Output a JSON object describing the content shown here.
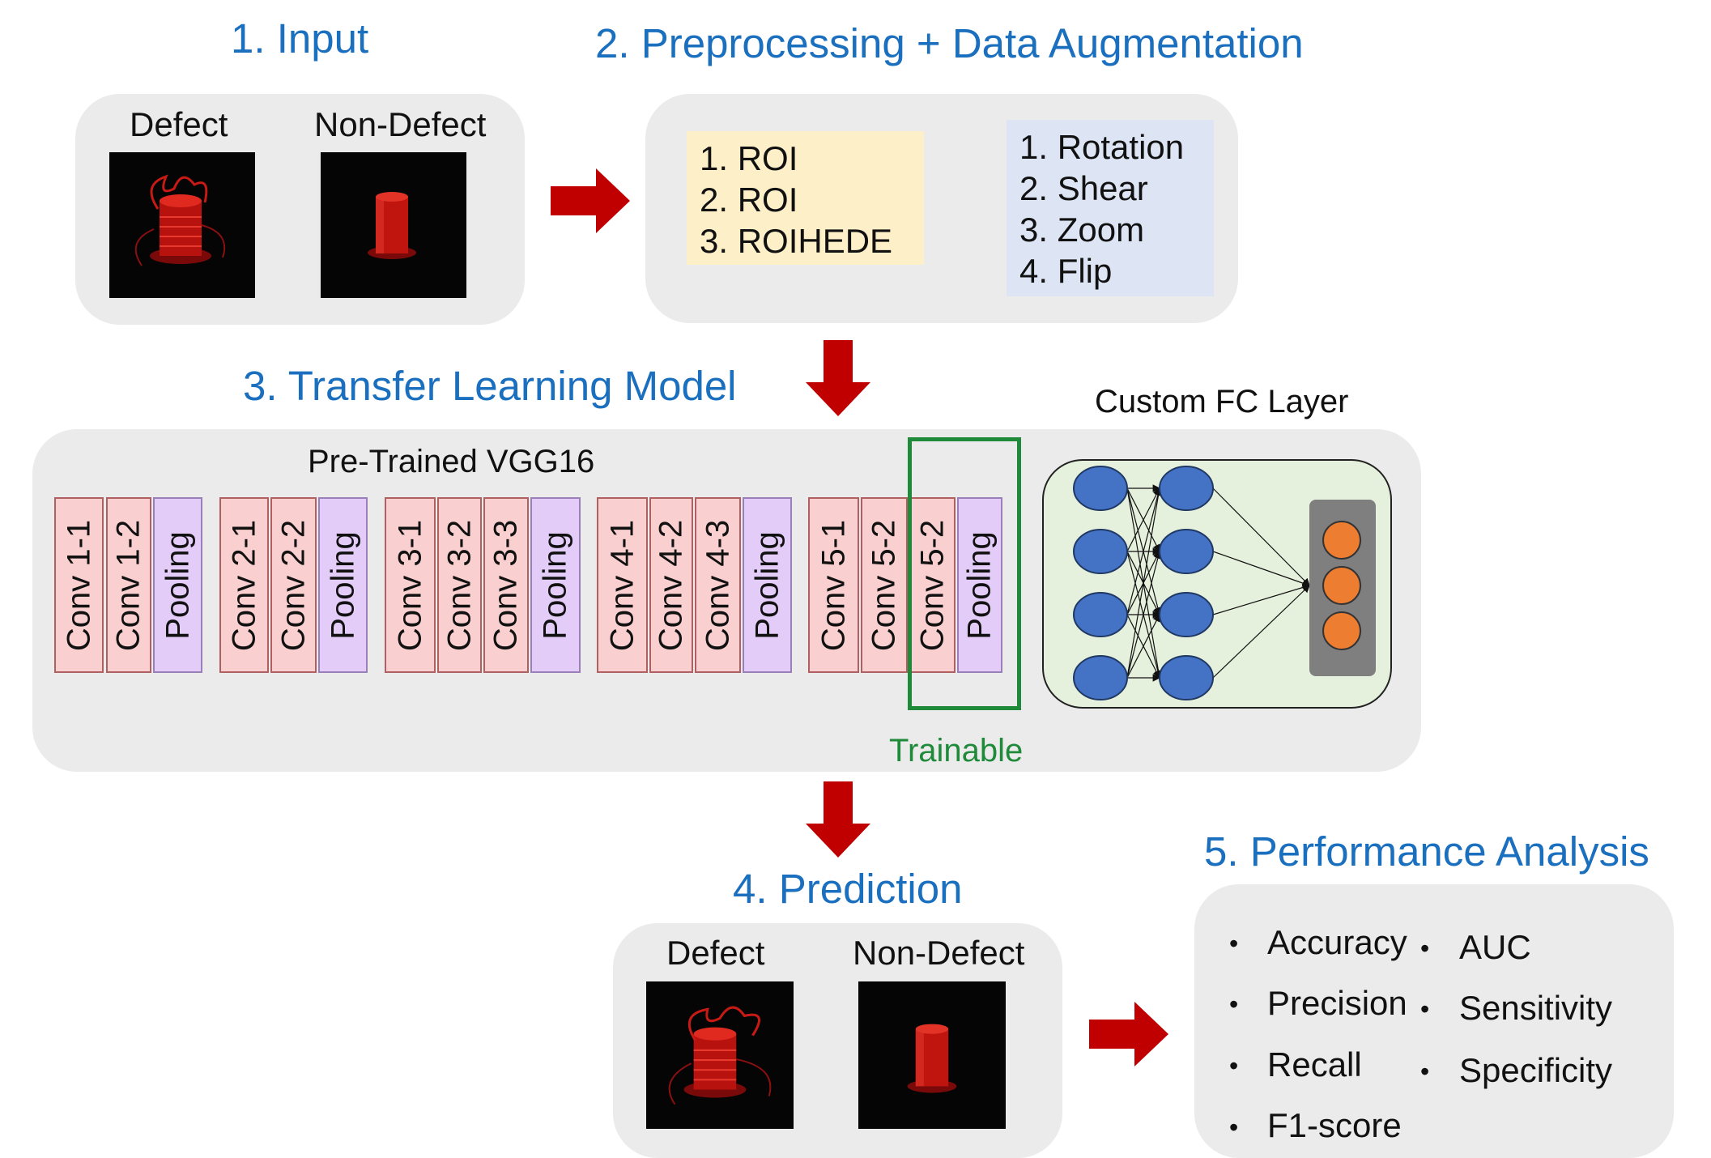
{
  "titles": {
    "input": "1. Input",
    "preprocessing": "2. Preprocessing + Data Augmentation",
    "model": "3. Transfer Learning Model",
    "prediction": "4. Prediction",
    "performance": "5. Performance Analysis"
  },
  "input": {
    "defect": "Defect",
    "non_defect": "Non-Defect"
  },
  "preprocessing": {
    "roi_list": [
      "1. ROI",
      "2. ROI",
      "3. ROIHEDE"
    ],
    "augmentation_list": [
      "1. Rotation",
      "2. Shear",
      "3. Zoom",
      "4. Flip"
    ]
  },
  "model": {
    "vgg_label": "Pre-Trained VGG16",
    "fc_label": "Custom FC Layer",
    "trainable_label": "Trainable",
    "layers": [
      "Conv 1-1",
      "Conv 1-2",
      "Pooling",
      "Conv 2-1",
      "Conv 2-2",
      "Pooling",
      "Conv 3-1",
      "Conv 3-2",
      "Conv 3-3",
      "Pooling",
      "Conv 4-1",
      "Conv 4-2",
      "Conv 4-3",
      "Pooling",
      "Conv 5-1",
      "Conv 5-2",
      "Conv 5-2",
      "Pooling"
    ]
  },
  "prediction": {
    "defect": "Defect",
    "non_defect": "Non-Defect"
  },
  "performance": {
    "left": [
      "Accuracy",
      "Precision",
      "Recall",
      "F1-score"
    ],
    "right": [
      "AUC",
      "Sensitivity",
      "Specificity"
    ]
  },
  "colors": {
    "title_blue": "#1a6fbf",
    "arrow_red": "#c00000",
    "trainable_green": "#1e8a3a",
    "conv_pink": "#f9cfcf",
    "pool_purple": "#e3ccf7",
    "roi_yellow": "#fdefc8",
    "aug_blue": "#dde5f5",
    "fc_green": "#e5f1dc",
    "node_blue": "#4472c4",
    "node_orange": "#ed7d31"
  }
}
